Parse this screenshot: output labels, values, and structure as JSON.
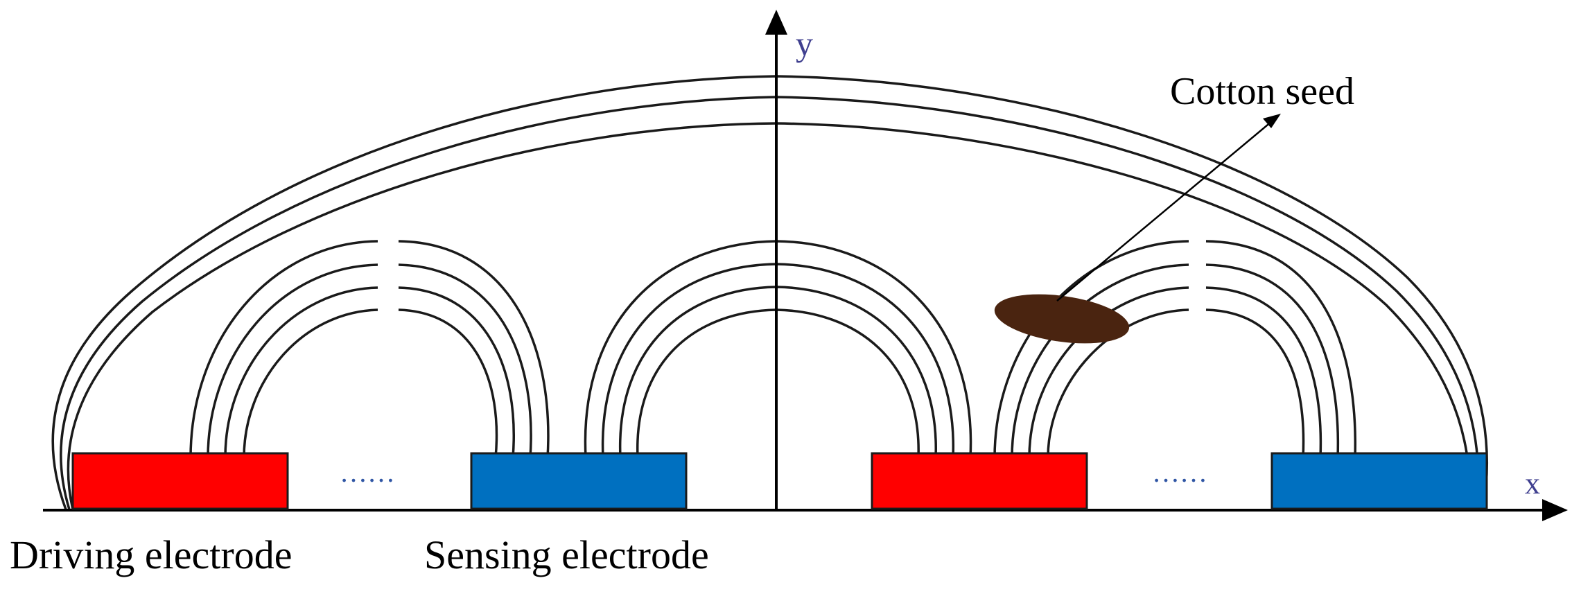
{
  "labels": {
    "driving_electrode": "Driving electrode",
    "sensing_electrode": "Sensing electrode",
    "cotton_seed": "Cotton seed",
    "x_axis": "x",
    "y_axis": "y",
    "ellipsis": "……"
  },
  "colors": {
    "driving_electrode": "#ff0000",
    "sensing_electrode": "#0070c0",
    "cotton_seed": "#4a2410",
    "field_lines": "#1a1a1a"
  }
}
